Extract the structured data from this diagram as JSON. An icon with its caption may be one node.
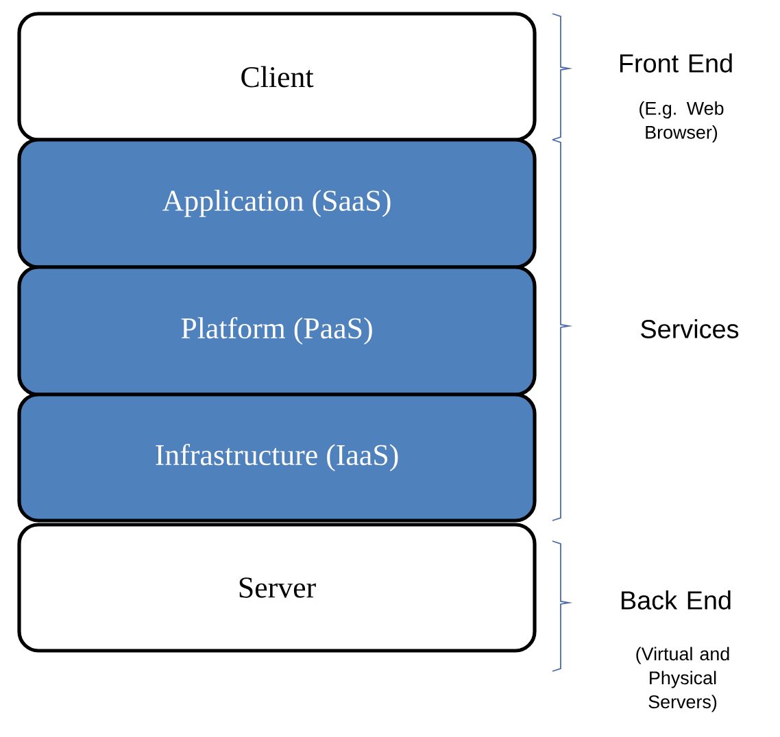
{
  "diagram": {
    "nodes": [
      {
        "text": [
          "Client"
        ]
      },
      {
        "text": [
          "Application (SaaS)"
        ]
      },
      {
        "text": [
          "Platform (PaaS)"
        ]
      },
      {
        "text": [
          "Infrastructure (IaaS)"
        ]
      },
      {
        "text": [
          "Server"
        ]
      }
    ],
    "labels": [
      "Front End",
      "(E.g. Web Browser)",
      "Services",
      "Back End",
      "(Virtual and Physical Servers)"
    ]
  }
}
